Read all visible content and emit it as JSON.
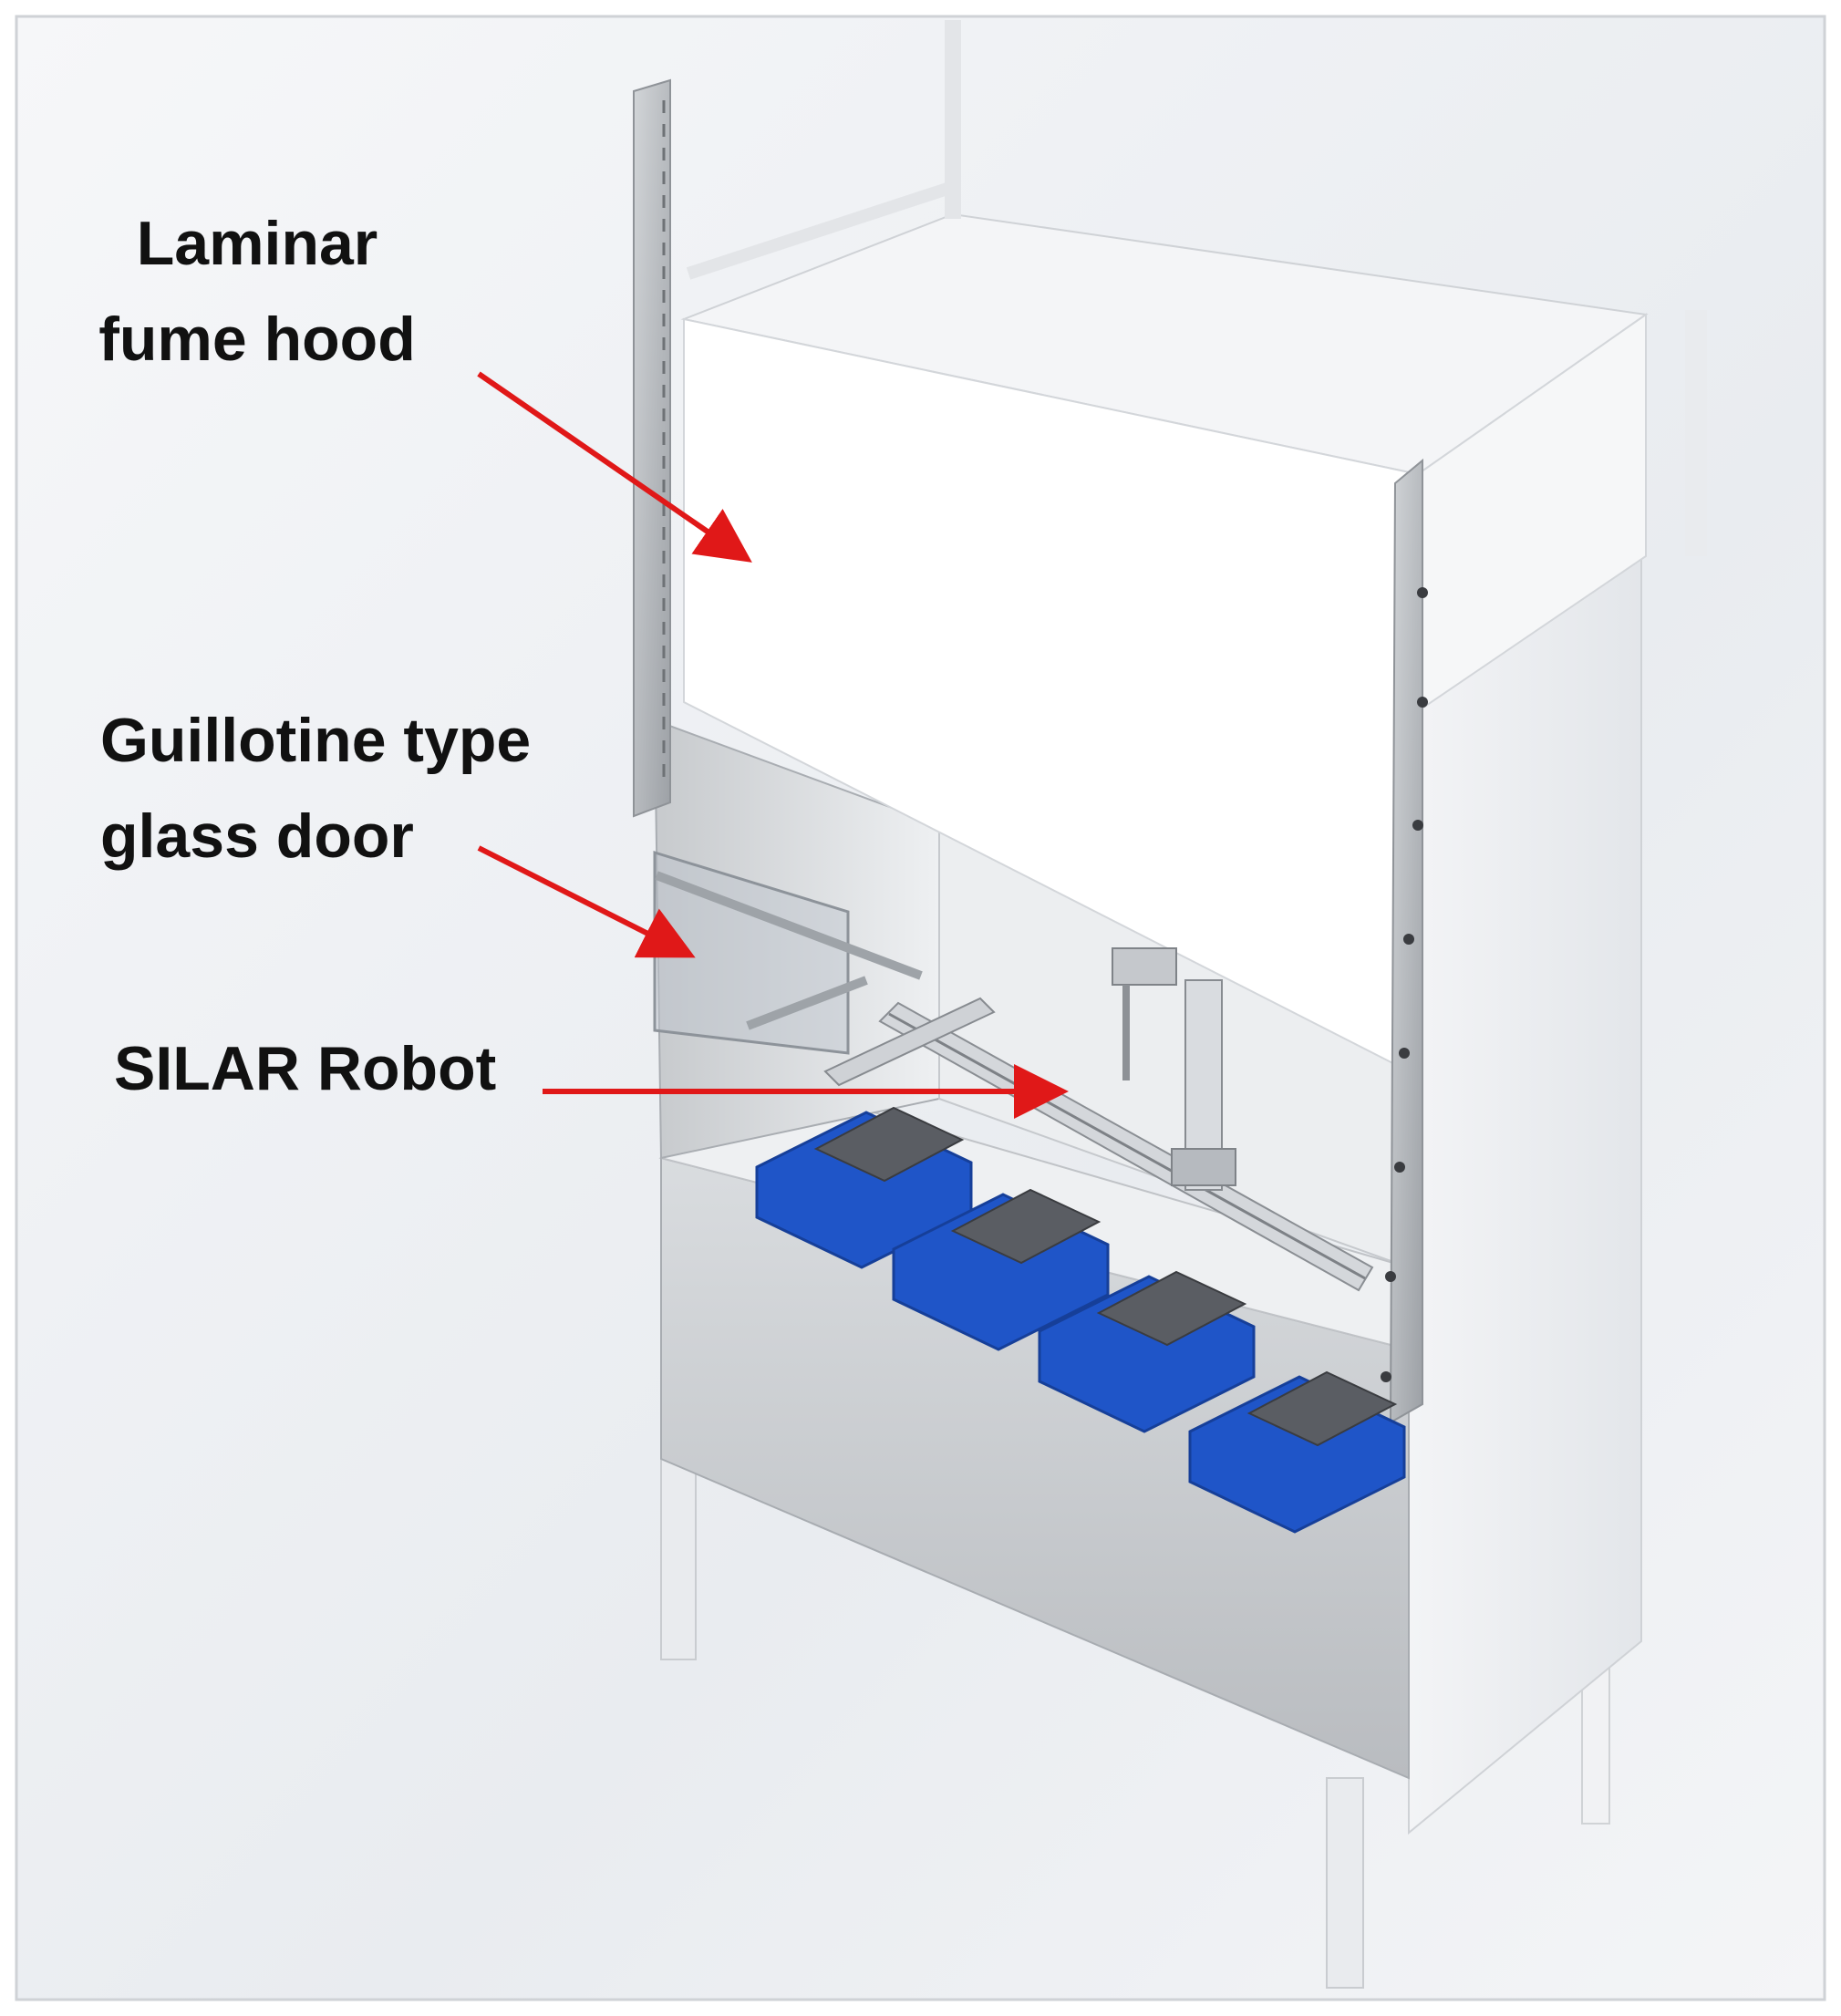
{
  "figure": {
    "callouts": [
      {
        "id": "fume-hood",
        "lines": [
          "Laminar",
          "fume hood"
        ]
      },
      {
        "id": "glass-door",
        "lines": [
          "Guillotine type",
          "glass door"
        ]
      },
      {
        "id": "robot",
        "lines": [
          "SILAR Robot"
        ]
      }
    ],
    "colors": {
      "arrow": "#e01818",
      "hotplate_base": "#1f55c8",
      "hotplate_top": "#5a5d63",
      "cabinet": "#e7eaee",
      "background": "#ffffff"
    }
  }
}
